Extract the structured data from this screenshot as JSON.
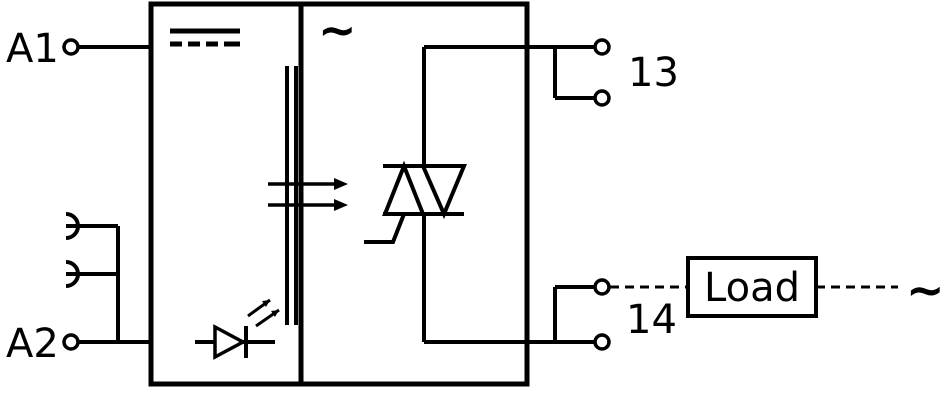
{
  "terminals": {
    "a1": "A1",
    "a2": "A2",
    "t13": "13",
    "t14": "14"
  },
  "load": {
    "label": "Load"
  },
  "symbols": {
    "ac_input": "~",
    "ac_output": "~"
  }
}
